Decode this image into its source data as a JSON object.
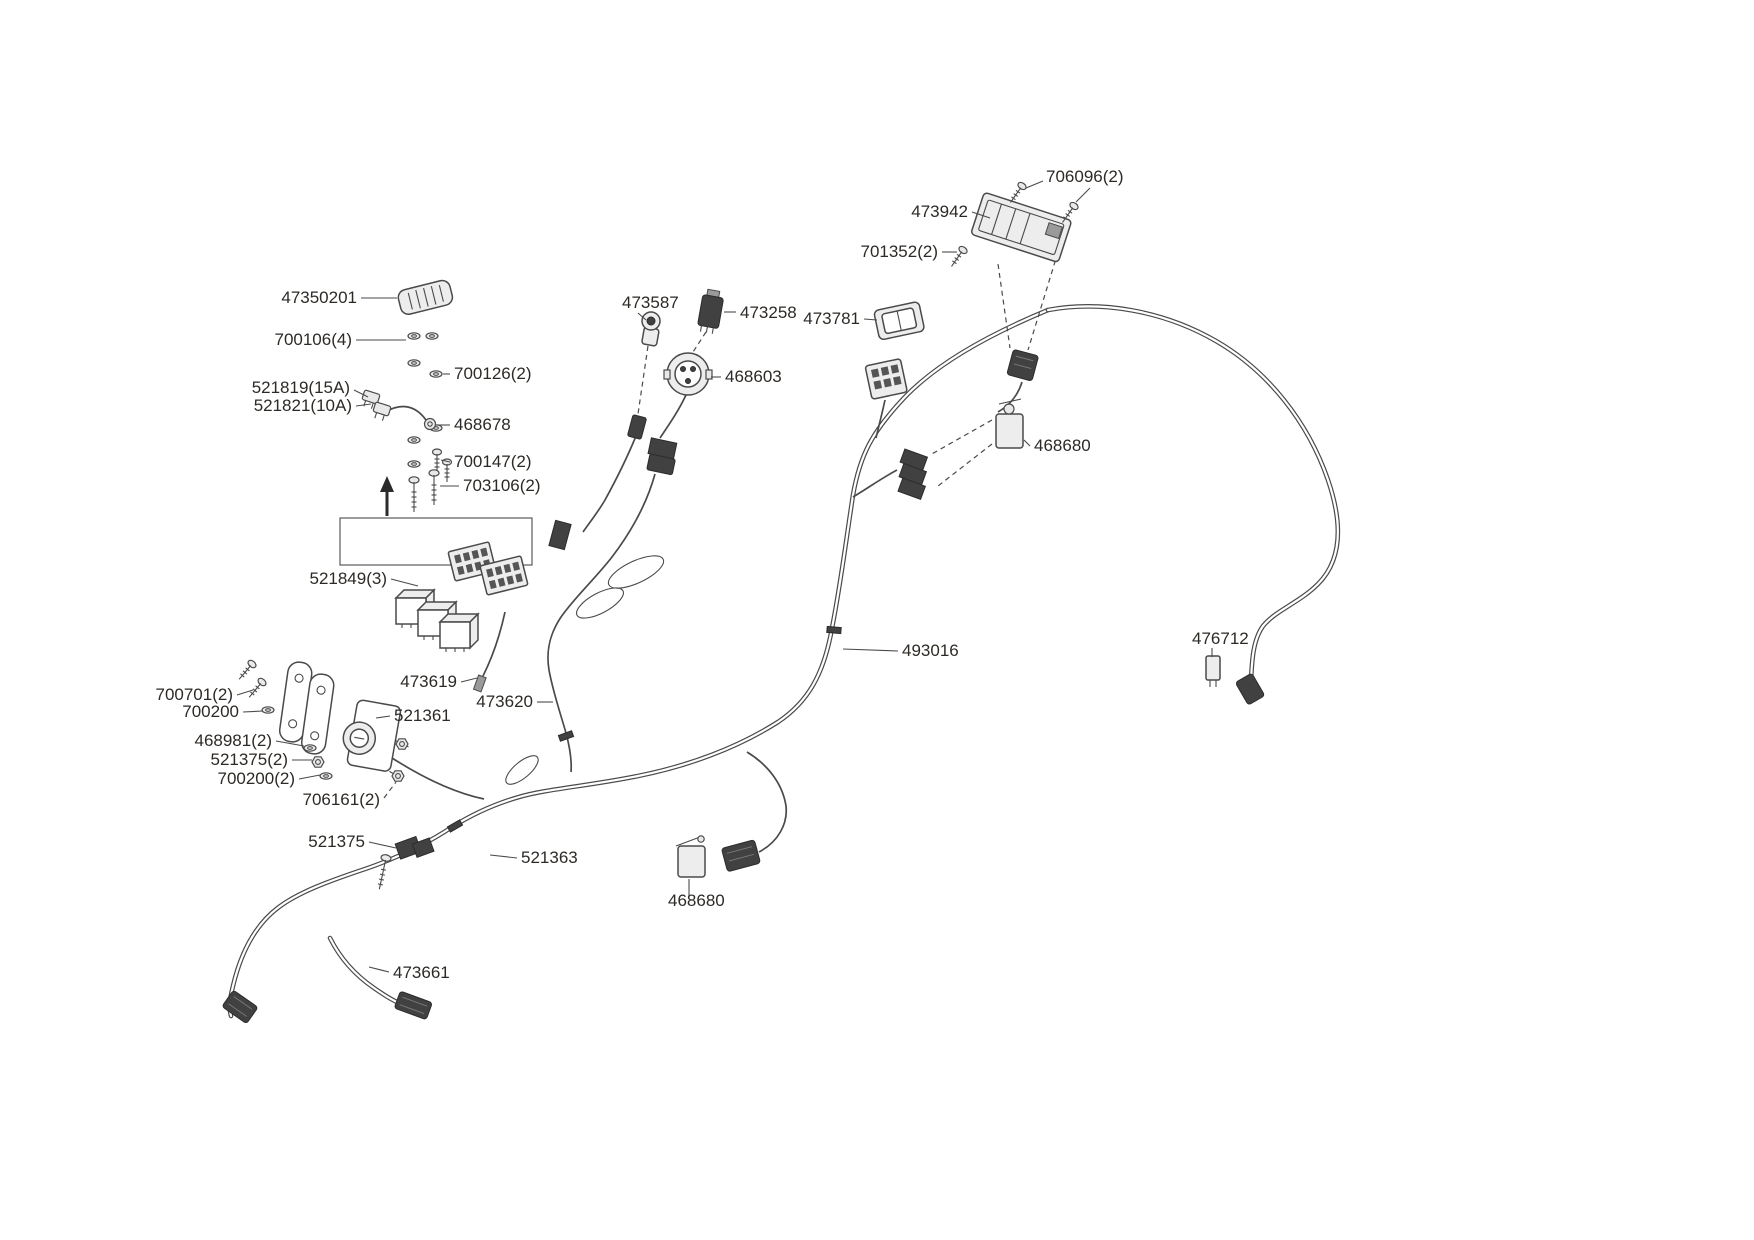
{
  "diagram": {
    "background_color": "#ffffff",
    "line_color": "#4a4a4a",
    "label_color": "#2d2a26",
    "labels": [
      {
        "text": "706096(2)"
      },
      {
        "text": "473942"
      },
      {
        "text": "701352(2)"
      },
      {
        "text": "47350201"
      },
      {
        "text": "700106(4)"
      },
      {
        "text": "473587"
      },
      {
        "text": "473258"
      },
      {
        "text": "473781"
      },
      {
        "text": "700126(2)"
      },
      {
        "text": "468603"
      },
      {
        "text": "521819(15A)"
      },
      {
        "text": "521821(10A)"
      },
      {
        "text": "468678"
      },
      {
        "text": "700147(2)"
      },
      {
        "text": "468680"
      },
      {
        "text": "703106(2)"
      },
      {
        "text": "521849(3)"
      },
      {
        "text": "476712"
      },
      {
        "text": "493016"
      },
      {
        "text": "473619"
      },
      {
        "text": "700701(2)"
      },
      {
        "text": "700200"
      },
      {
        "text": "473620"
      },
      {
        "text": "521361"
      },
      {
        "text": "468981(2)"
      },
      {
        "text": "521375(2)"
      },
      {
        "text": "700200(2)"
      },
      {
        "text": "706161(2)"
      },
      {
        "text": "521375"
      },
      {
        "text": "521363"
      },
      {
        "text": "468680"
      },
      {
        "text": "473661"
      }
    ]
  }
}
